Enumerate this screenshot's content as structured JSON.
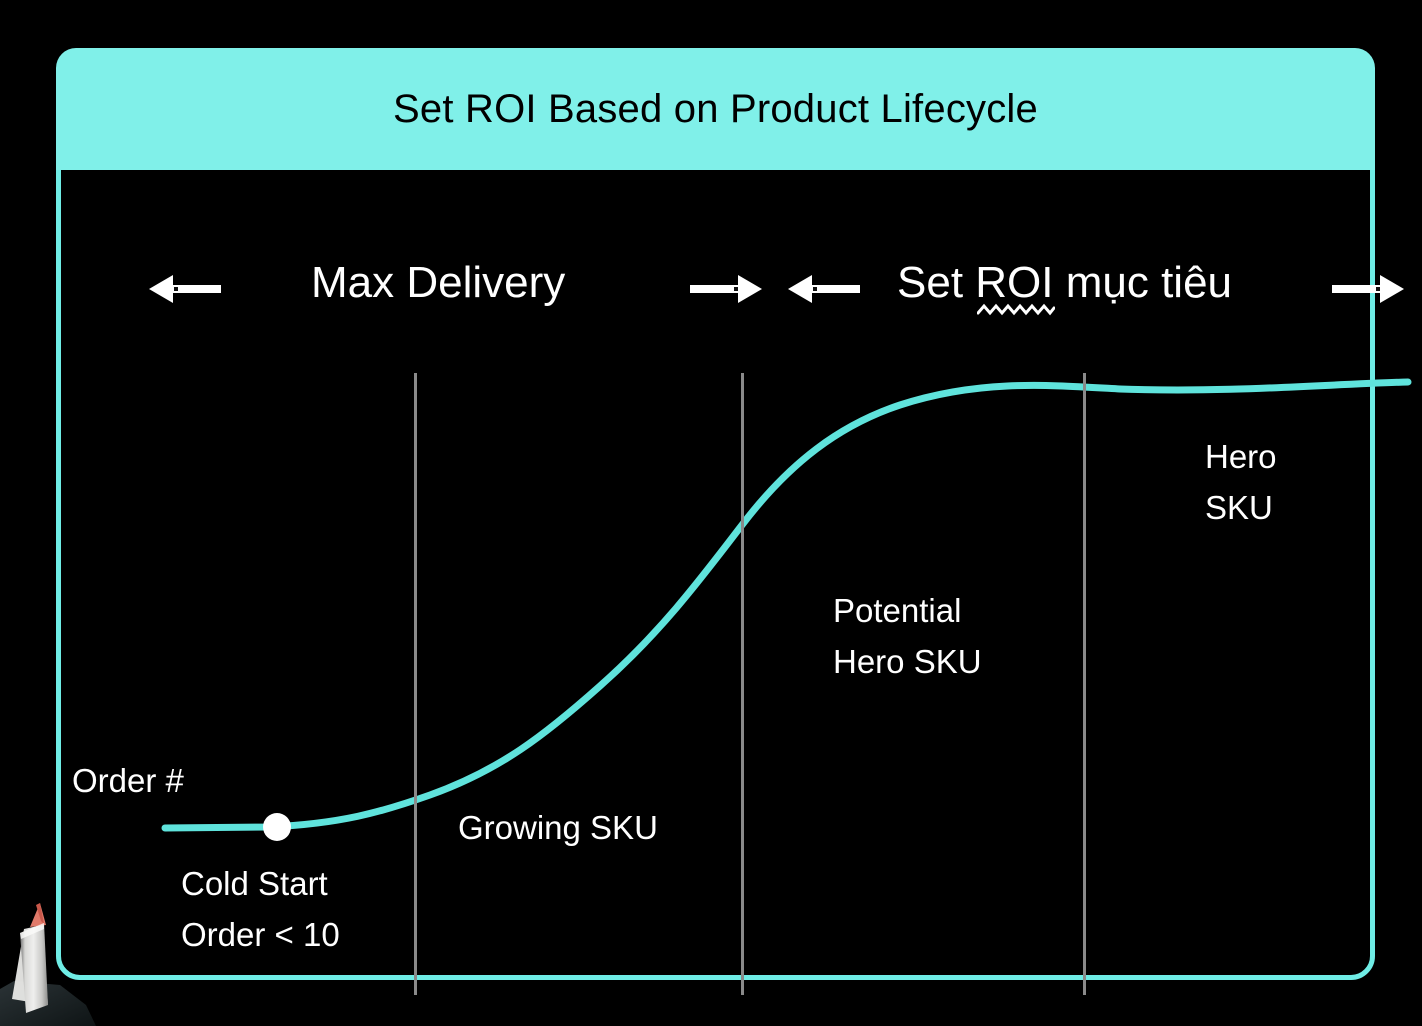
{
  "slide": {
    "title": "Set ROI Based on Product Lifecycle",
    "accent_color": "#6FEDE6",
    "title_bar_color": "#80F0E9",
    "background_color": "#000000",
    "text_color": "#FFFFFF",
    "curve_color": "#5FE3DC",
    "divider_color": "#8A8A8A"
  },
  "ranges": [
    {
      "label": "Max Delivery",
      "left_arrow": "arrow-left",
      "right_arrow": "arrow-right",
      "spellcheck_underline": false
    },
    {
      "label": "Set ROI mục tiêu",
      "left_arrow": "arrow-left",
      "right_arrow": "arrow-right",
      "spellcheck_underline": true,
      "underlined_word": "ROI"
    }
  ],
  "axis": {
    "y_label": "Order #"
  },
  "annotations": {
    "cold_start_line1": "Cold Start",
    "cold_start_line2": "Order < 10",
    "growing_sku": "Growing SKU",
    "potential_line1": "Potential",
    "potential_line2": "Hero SKU",
    "hero_line1": "Hero",
    "hero_line2": "SKU"
  },
  "chart_data": {
    "type": "line",
    "title": "Set ROI Based on Product Lifecycle",
    "xlabel": "",
    "ylabel": "Order #",
    "grid": false,
    "legend_position": "none",
    "description": "S-shaped product lifecycle curve of order volume, segmented by four vertical dividers into lifecycle stages.",
    "series": [
      {
        "name": "Order volume",
        "color": "#5FE3DC",
        "x": [
          165,
          230,
          277,
          340,
          415,
          500,
          580,
          660,
          742,
          830,
          915,
          1000,
          1084,
          1170,
          1260,
          1408
        ],
        "y": [
          828,
          828,
          827,
          821,
          806,
          778,
          740,
          692,
          636,
          570,
          506,
          451,
          416,
          397,
          388,
          383
        ],
        "y_is_pixel": true
      }
    ],
    "markers": [
      {
        "name": "cold-start-point",
        "x": 277,
        "y": 827,
        "color": "#FFFFFF",
        "radius": 14
      }
    ],
    "dividers": [
      {
        "x": 415,
        "stage_left": "Cold Start",
        "stage_right": "Growing SKU"
      },
      {
        "x": 742,
        "stage_left": "Growing SKU",
        "stage_right": "Potential Hero SKU"
      },
      {
        "x": 1084,
        "stage_left": "Potential Hero SKU",
        "stage_right": "Hero SKU"
      }
    ],
    "stages": [
      "Cold Start (Order < 10)",
      "Growing SKU",
      "Potential Hero SKU",
      "Hero SKU"
    ],
    "strategy_bands": [
      {
        "label": "Max Delivery",
        "from_x": 150,
        "to_x": 755
      },
      {
        "label": "Set ROI mục tiêu",
        "from_x": 790,
        "to_x": 1375
      }
    ]
  }
}
